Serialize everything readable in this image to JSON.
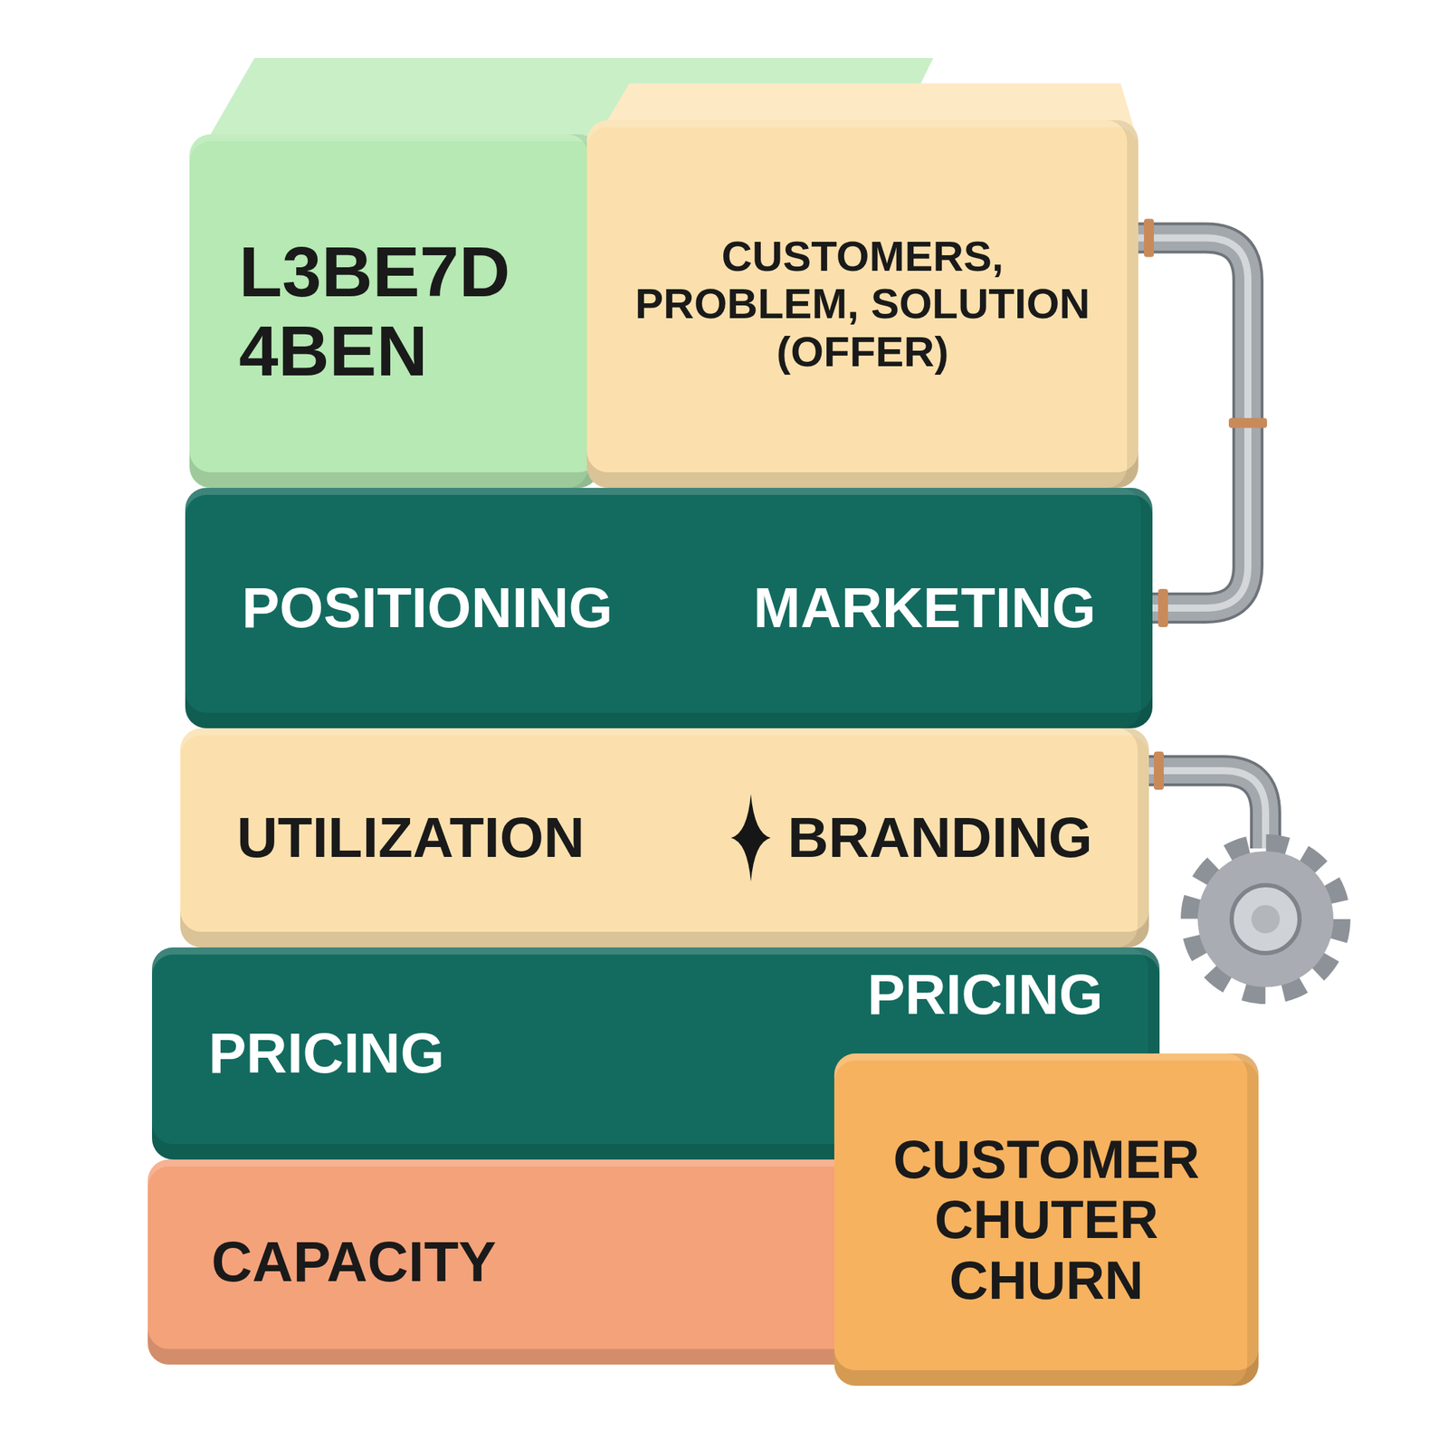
{
  "diagram": {
    "nodes": [
      {
        "text": [
          "L3BE7D 4BEN"
        ]
      },
      {
        "text": [
          "CUSTOMERS, PROBLEM, SOLUTION (OFFER)"
        ]
      },
      {
        "text": [
          "POSITIONING",
          "MARKETING"
        ]
      },
      {
        "text": [
          "UTILIZATION",
          "BRANDING"
        ]
      },
      {
        "text": [
          "PRICING",
          "PRICING"
        ]
      },
      {
        "text": [
          "CAPACITY"
        ]
      },
      {
        "text": [
          "CUSTOMER CHUTER CHURN"
        ]
      }
    ],
    "edges": [
      {
        "from": 1,
        "to": 2,
        "arrow": "none"
      }
    ]
  }
}
